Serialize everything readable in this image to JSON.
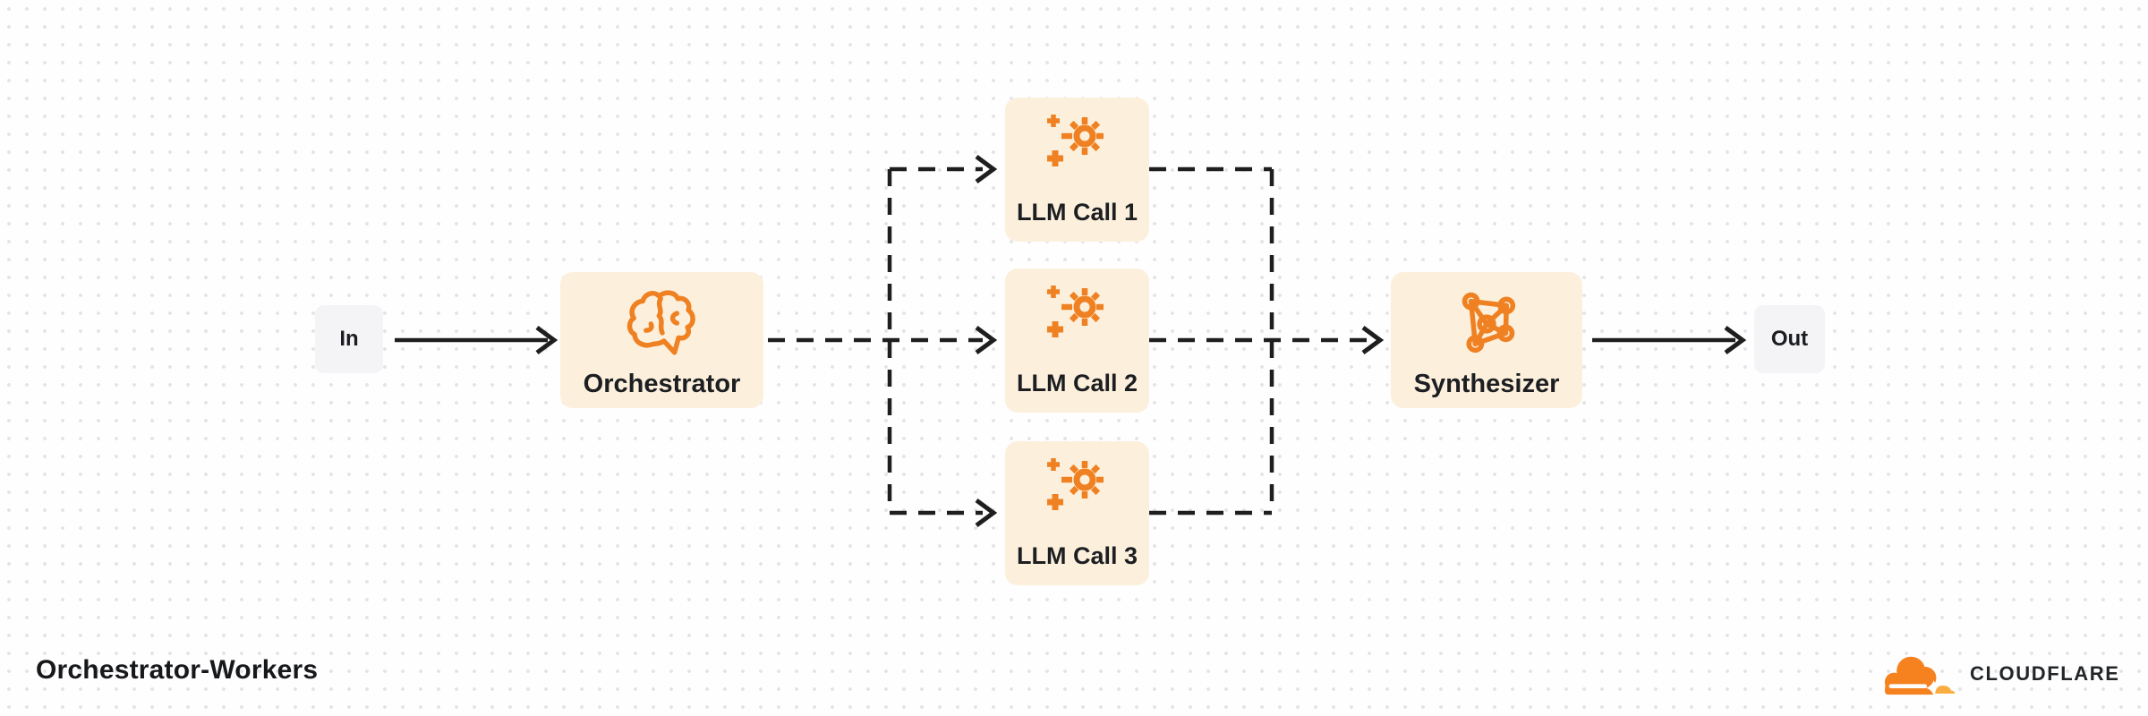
{
  "diagram": {
    "title": "Orchestrator-Workers",
    "io": {
      "in_label": "In",
      "out_label": "Out"
    },
    "nodes": {
      "orchestrator": {
        "label": "Orchestrator",
        "icon": "brain-icon"
      },
      "llm1": {
        "label": "LLM Call 1",
        "icon": "ai-sparkle-icon"
      },
      "llm2": {
        "label": "LLM Call 2",
        "icon": "ai-sparkle-icon"
      },
      "llm3": {
        "label": "LLM Call 3",
        "icon": "ai-sparkle-icon"
      },
      "synthesizer": {
        "label": "Synthesizer",
        "icon": "network-graph-icon"
      }
    },
    "colors": {
      "icon_orange": "#EF8122",
      "node_background": "#FCF0DD",
      "io_background": "#F4F4F6",
      "connector": "#1E1E1E",
      "text": "#1C1E21",
      "grid_dot": "#E4E4E6",
      "cloudflare_orange": "#F6821F",
      "cloudflare_light_orange": "#FBAD41"
    }
  },
  "branding": {
    "wordmark": "CLOUDFLARE",
    "logo": "cloudflare-cloud-icon"
  }
}
